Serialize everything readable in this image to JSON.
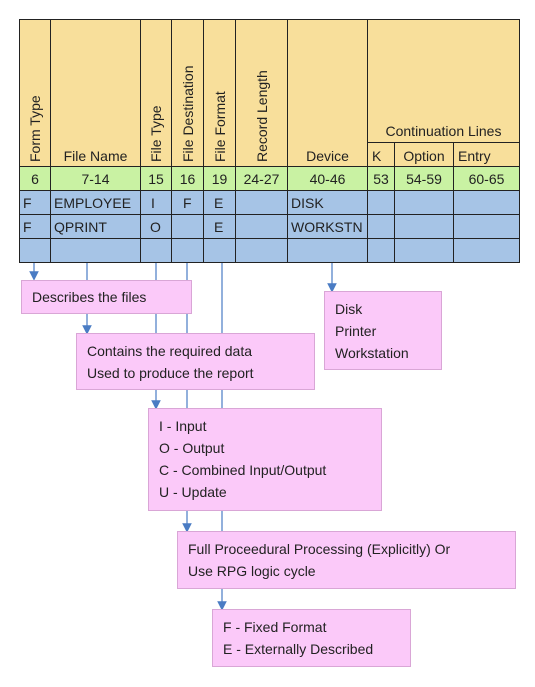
{
  "headers": {
    "form_type": "Form Type",
    "file_name": "File Name",
    "file_type": "File Type",
    "file_destination": "File Destination",
    "file_format": "File Format",
    "record_length": "Record Length",
    "device": "Device",
    "continuation_lines": "Continuation Lines",
    "k": "K",
    "option": "Option",
    "entry": "Entry"
  },
  "positions": [
    "6",
    "7-14",
    "15",
    "16",
    "19",
    "24-27",
    "40-46",
    "53",
    "54-59",
    "60-65"
  ],
  "rows": [
    [
      "F",
      "EMPLOYEE",
      "I",
      "F",
      "E",
      "",
      "DISK",
      "",
      "",
      ""
    ],
    [
      "F",
      "QPRINT",
      "O",
      "",
      "E",
      "",
      "WORKSTN",
      "",
      "",
      ""
    ],
    [
      "",
      "",
      "",
      "",
      "",
      "",
      "",
      "",
      "",
      ""
    ]
  ],
  "notes": {
    "form_type": [
      "Describes the files"
    ],
    "file_name": [
      "Contains the required data",
      "Used to produce the report"
    ],
    "device": [
      "Disk",
      "Printer",
      "Workstation"
    ],
    "file_type": [
      " I - Input",
      "O - Output",
      "C - Combined Input/Output",
      "U - Update"
    ],
    "file_destination": [
      "Full Proceedural Processing (Explicitly) Or",
      "Use RPG logic cycle"
    ],
    "file_format": [
      "F - Fixed Format",
      "E - Externally Described"
    ]
  },
  "colors": {
    "header": "#f8df9b",
    "positions_row": "#c9f2a3",
    "data_rows": "#a6c4e6",
    "note_box": "#fbc9f9",
    "connector": "#4a7cc4"
  }
}
